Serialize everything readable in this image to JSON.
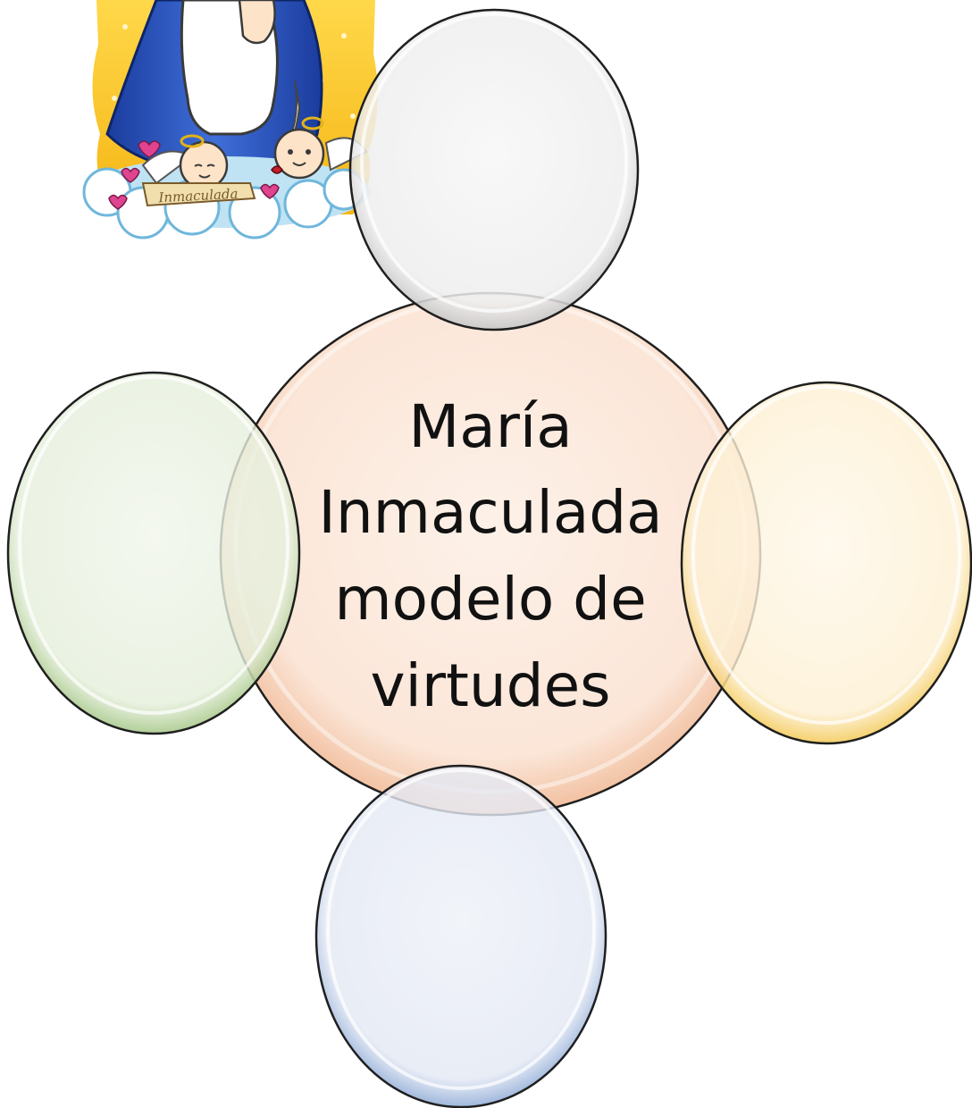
{
  "diagram": {
    "center": {
      "lines": [
        "María",
        "Inmaculada",
        "modelo de",
        "virtudes"
      ],
      "fill": "#fdeee4",
      "edge": "#e9a57c"
    },
    "satellites": [
      {
        "id": "top",
        "fill": "#f3f3f3",
        "edge": "#bdbdbd"
      },
      {
        "id": "left",
        "fill": "#ecf3e5",
        "edge": "#9cc07c"
      },
      {
        "id": "right",
        "fill": "#fff4df",
        "edge": "#f0c552"
      },
      {
        "id": "bottom",
        "fill": "#e9edf6",
        "edge": "#8aa6d4"
      }
    ]
  },
  "illustration": {
    "name": "virgin-mary-cartoon",
    "scroll_text": "Inmaculada"
  }
}
